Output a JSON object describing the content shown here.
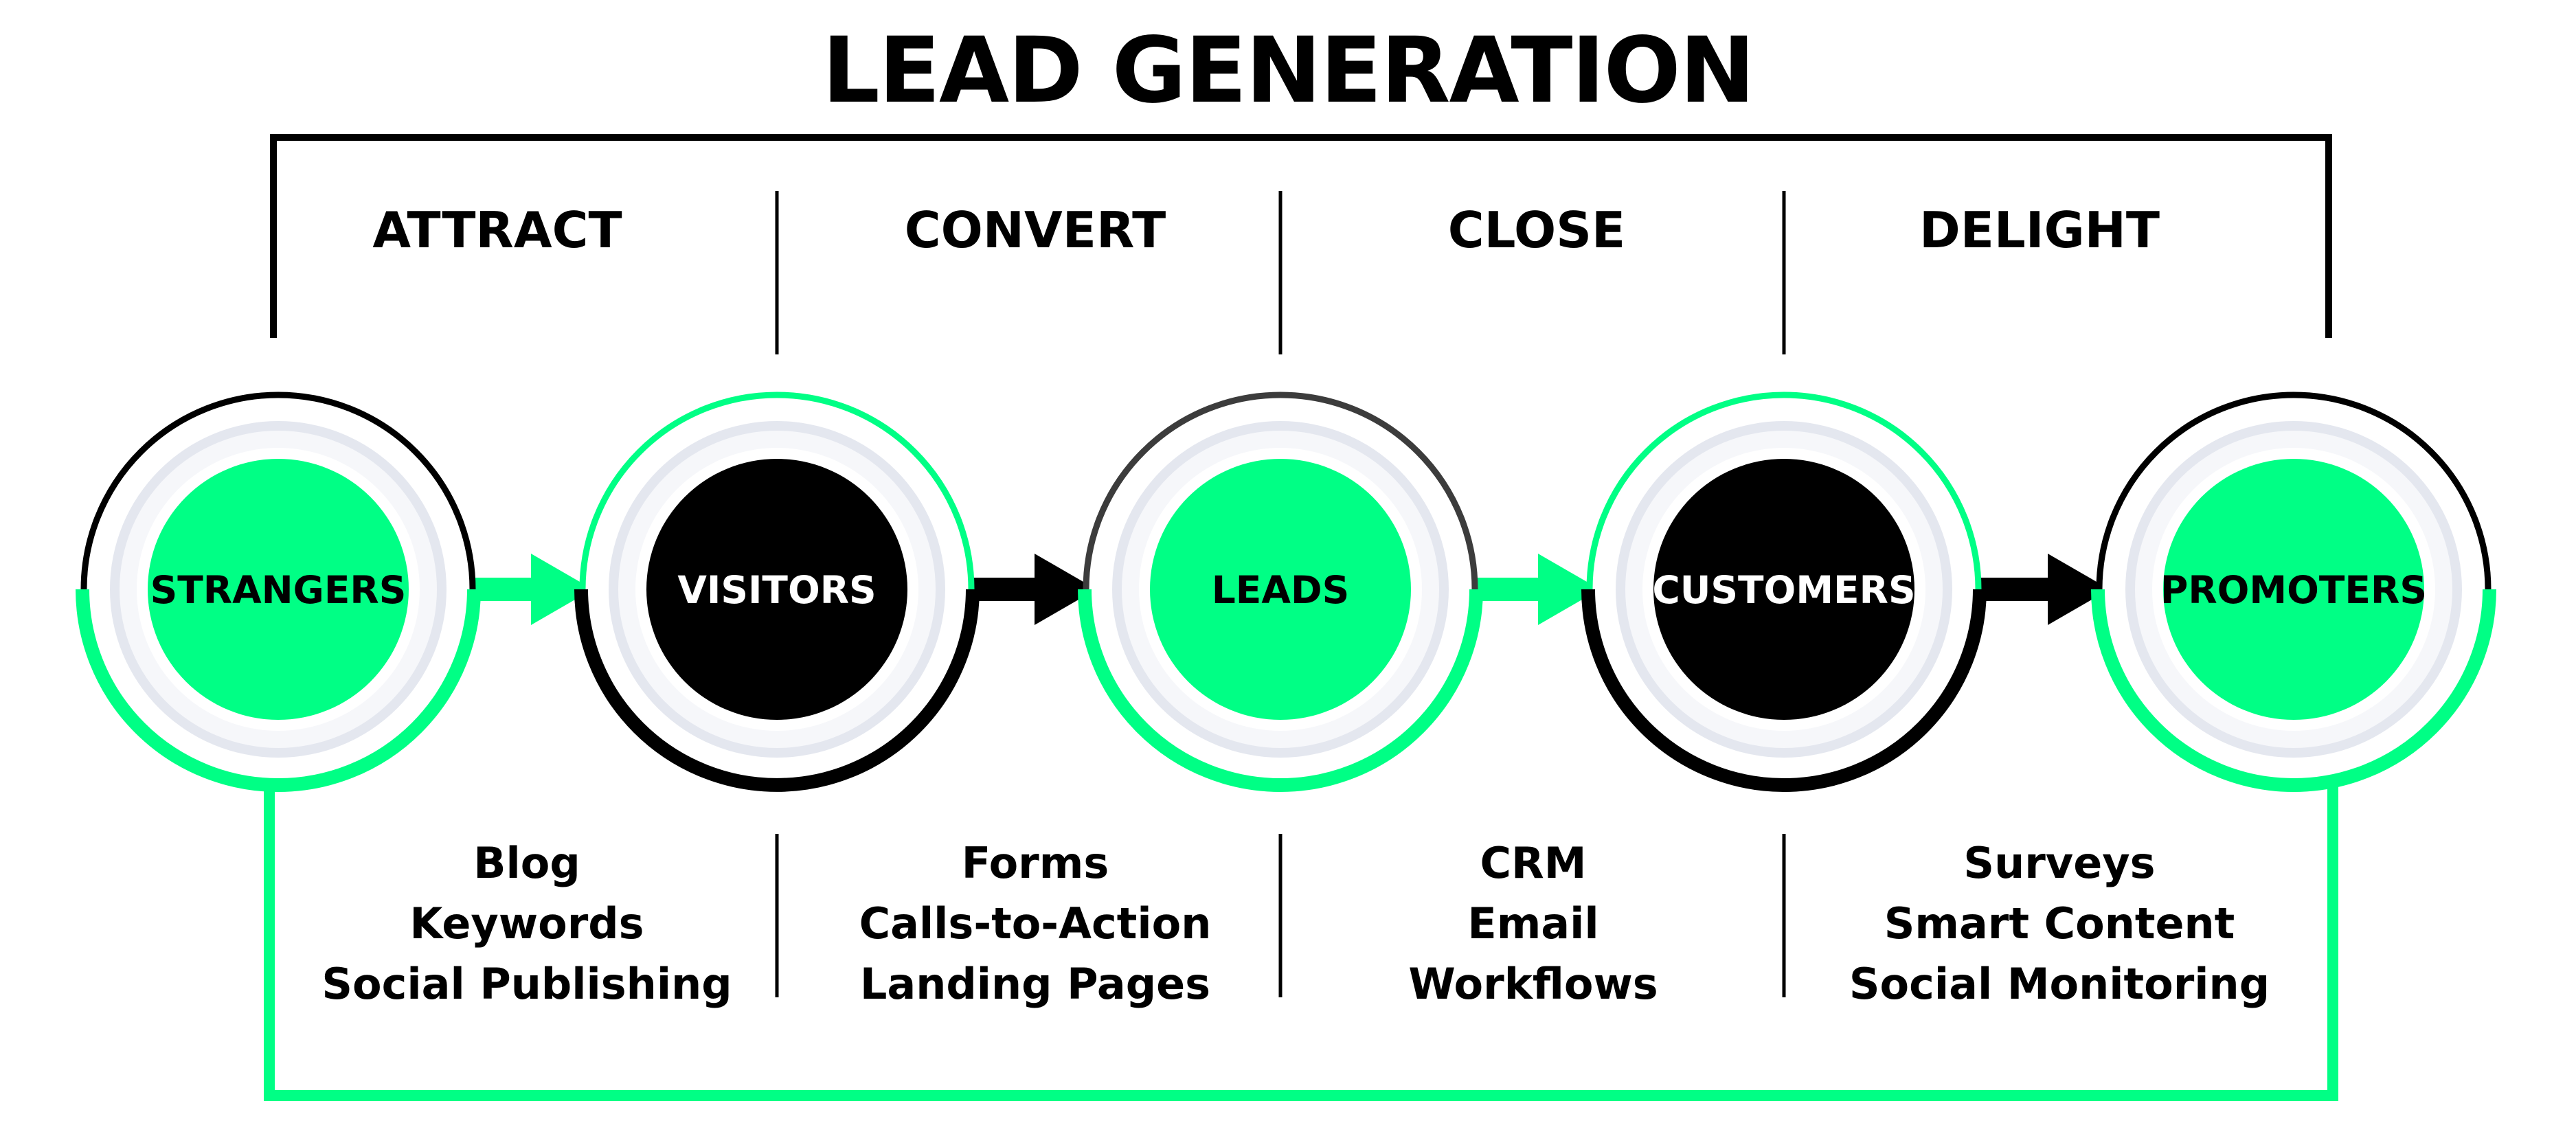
{
  "title": "LEAD GENERATION",
  "colors": {
    "green": "#00ff85",
    "black": "#000000",
    "dark_gray": "#3c3c3c",
    "halo": "#e4e7ef",
    "white": "#ffffff"
  },
  "stages": [
    {
      "label": "ATTRACT",
      "tools": [
        "Blog",
        "Keywords",
        "Social Publishing"
      ]
    },
    {
      "label": "CONVERT",
      "tools": [
        "Forms",
        "Calls-to-Action",
        "Landing Pages"
      ]
    },
    {
      "label": "CLOSE",
      "tools": [
        "CRM",
        "Email",
        "Workflows"
      ]
    },
    {
      "label": "DELIGHT",
      "tools": [
        "Surveys",
        "Smart Content",
        "Social Monitoring"
      ]
    }
  ],
  "nodes": [
    {
      "label": "STRANGERS",
      "fill": "green",
      "top_arc": "black",
      "bottom_arc": "green"
    },
    {
      "label": "VISITORS",
      "fill": "black",
      "top_arc": "green",
      "bottom_arc": "black"
    },
    {
      "label": "LEADS",
      "fill": "green",
      "top_arc": "dark_gray",
      "bottom_arc": "green"
    },
    {
      "label": "CUSTOMERS",
      "fill": "black",
      "top_arc": "green",
      "bottom_arc": "black"
    },
    {
      "label": "PROMOTERS",
      "fill": "green",
      "top_arc": "black",
      "bottom_arc": "green"
    }
  ],
  "arrows": [
    {
      "from": "STRANGERS",
      "to": "VISITORS",
      "color": "green"
    },
    {
      "from": "VISITORS",
      "to": "LEADS",
      "color": "black"
    },
    {
      "from": "LEADS",
      "to": "CUSTOMERS",
      "color": "green"
    },
    {
      "from": "CUSTOMERS",
      "to": "PROMOTERS",
      "color": "black"
    }
  ]
}
